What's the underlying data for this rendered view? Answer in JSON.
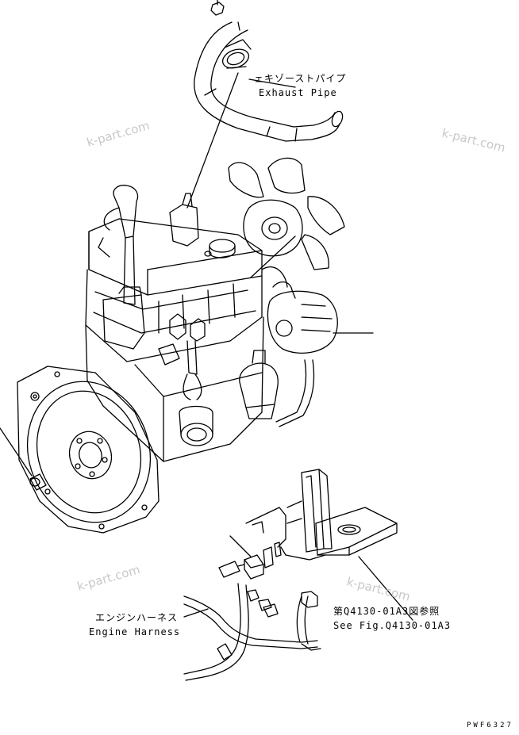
{
  "labels": {
    "exhaust_jp": "ェキゾーストパイプ",
    "exhaust_en": "Exhaust Pipe",
    "harness_jp": "エンジンハーネス",
    "harness_en": "Engine Harness",
    "see_fig_jp": "第Q4130-01A3図参照",
    "see_fig_en": "See Fig.Q4130-01A3"
  },
  "watermarks": [
    "k-part.com",
    "k-part.com",
    "k-part.com",
    "k-part.com"
  ],
  "drawing_code": "PWF6327",
  "colors": {
    "line": "#000000",
    "watermark": "#c8c8c8",
    "background": "#ffffff"
  }
}
